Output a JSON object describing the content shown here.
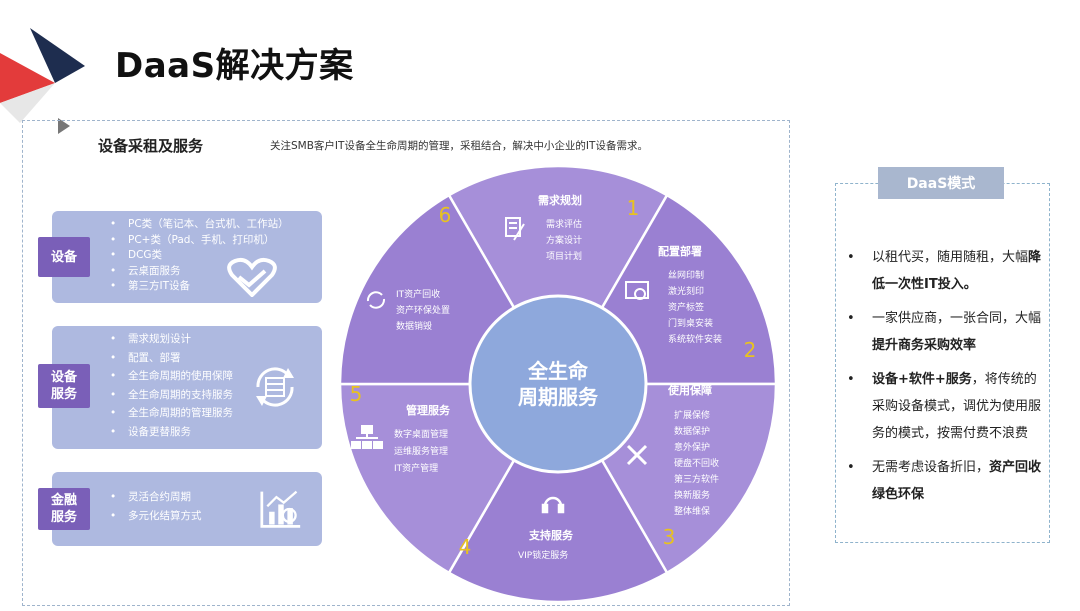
{
  "page": {
    "title": "DaaS解决方案"
  },
  "section": {
    "title": "设备采租及服务",
    "description": "关注SMB客户IT设备全生命周期的管理，采租结合，解决中小企业的IT设备需求。"
  },
  "categories": [
    {
      "tab": "设备",
      "items": [
        "PC类（笔记本、台式机、工作站）",
        "PC+类（Pad、手机、打印机）",
        "DCG类",
        "云桌面服务",
        "第三方IT设备"
      ],
      "icon": "handshake-heart-icon"
    },
    {
      "tab": "设备\n服务",
      "items": [
        "需求规划设计",
        "配置、部署",
        "全生命周期的使用保障",
        "全生命周期的支持服务",
        "全生命周期的管理服务",
        "设备更替服务"
      ],
      "icon": "server-cycle-icon"
    },
    {
      "tab": "金融\n服务",
      "items": [
        "灵活合约周期",
        "多元化结算方式"
      ],
      "icon": "finance-chart-icon"
    }
  ],
  "center": {
    "line1": "全生命",
    "line2": "周期服务"
  },
  "segments": [
    {
      "number": "1",
      "title": "需求规划",
      "items": [
        "需求评估",
        "方案设计",
        "项目计划"
      ],
      "icon": "planning-icon"
    },
    {
      "number": "2",
      "title": "配置部署",
      "items": [
        "丝网印制",
        "激光刻印",
        "资产标签",
        "门到桌安装",
        "系统软件安装"
      ],
      "icon": "config-icon"
    },
    {
      "number": "3",
      "title": "使用保障",
      "items": [
        "扩展保修",
        "数据保护",
        "意外保护",
        "硬盘不回收",
        "第三方软件",
        "换新服务",
        "整体维保"
      ],
      "icon": "wrench-icon"
    },
    {
      "number": "4",
      "title": "支持服务",
      "items": [
        "VIP锁定服务"
      ],
      "icon": "headset-icon"
    },
    {
      "number": "5",
      "title": "管理服务",
      "items": [
        "数字桌面管理",
        "运维服务管理",
        "IT资产管理"
      ],
      "icon": "hierarchy-icon"
    },
    {
      "number": "6",
      "title": "",
      "items": [
        "IT资产回收",
        "资产环保处置",
        "数据销毁"
      ],
      "icon": "recycle-icon"
    }
  ],
  "side": {
    "title": "DaaS模式",
    "items": [
      {
        "normal1": "以租代买，随用随租，大幅",
        "bold": "降低一次性IT投入。",
        "normal2": ""
      },
      {
        "normal1": "一家供应商，一张合同，大幅",
        "bold": "提升商务采购效率",
        "normal2": ""
      },
      {
        "normal1": "",
        "bold": "设备+软件+服务",
        "normal2": "，将传统的采购设备模式，调优为使用服务的模式，按需付费不浪费"
      },
      {
        "normal1": "无需考虑设备折旧，",
        "bold": "资产回收绿色环保",
        "normal2": ""
      }
    ]
  },
  "colors": {
    "ring": "#a68fd9",
    "ring_dark": "#9a80d2",
    "center": "#8ea8dc",
    "card": "#aeb9e0",
    "tab": "#7a5fb8",
    "number": "#e8c21f",
    "side_title": "#a9b7cf"
  }
}
